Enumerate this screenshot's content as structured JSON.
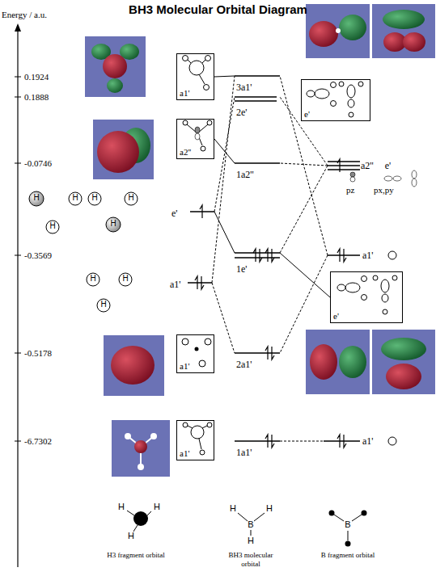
{
  "diagram": {
    "title": "BH3 Molecular Orbital Diagram",
    "nodes": [
      {
        "text": [
          "a1'"
        ]
      },
      {
        "text": [
          "3a1'"
        ]
      },
      {
        "text": [
          "e'"
        ]
      },
      {
        "text": [
          "2e'"
        ]
      },
      {
        "text": [
          "a2''"
        ]
      },
      {
        "text": [
          "1a2''"
        ]
      },
      {
        "text": [
          "a2''",
          "e'"
        ]
      },
      {
        "text": [
          "e'"
        ]
      },
      {
        "text": [
          "1e'"
        ]
      },
      {
        "text": [
          "a1'"
        ]
      },
      {
        "text": [
          "a1'"
        ]
      },
      {
        "text": [
          "e'"
        ]
      },
      {
        "text": [
          "a1'"
        ]
      },
      {
        "text": [
          "2a1'"
        ]
      },
      {
        "text": [
          "a1'"
        ]
      },
      {
        "text": [
          "1a1'"
        ]
      },
      {
        "text": [
          "a1'"
        ]
      }
    ],
    "edges": [
      {
        "from": 0,
        "to": 1,
        "arrow": "none"
      },
      {
        "from": 4,
        "to": 5,
        "arrow": "none"
      },
      {
        "from": 10,
        "to": 1,
        "arrow": "none"
      },
      {
        "from": 7,
        "to": 3,
        "arrow": "none"
      },
      {
        "from": 6,
        "to": 3,
        "arrow": "none"
      },
      {
        "from": 9,
        "to": 1,
        "arrow": "none"
      },
      {
        "from": 6,
        "to": 5,
        "arrow": "none"
      },
      {
        "from": 7,
        "to": 8,
        "arrow": "none"
      },
      {
        "from": 6,
        "to": 8,
        "arrow": "none"
      },
      {
        "from": 8,
        "to": 11,
        "arrow": "none"
      },
      {
        "from": 10,
        "to": 13,
        "arrow": "none"
      },
      {
        "from": 9,
        "to": 13,
        "arrow": "none"
      },
      {
        "from": 15,
        "to": 16,
        "arrow": "none"
      }
    ],
    "labels": [
      "Energy / a.u.",
      "0.1924",
      "0.1888",
      "-0.0746",
      "pz",
      "px,py",
      "H",
      "H",
      "H",
      "H",
      "H",
      "H",
      "-0.3569",
      "H",
      "H",
      "H",
      "-0.5178",
      "-6.7302",
      "H",
      "H",
      "H",
      "H3 fragment orbital",
      "H",
      "H",
      "B",
      "H",
      "BH3 molecular orbital",
      "B",
      "B fragment orbital"
    ]
  }
}
